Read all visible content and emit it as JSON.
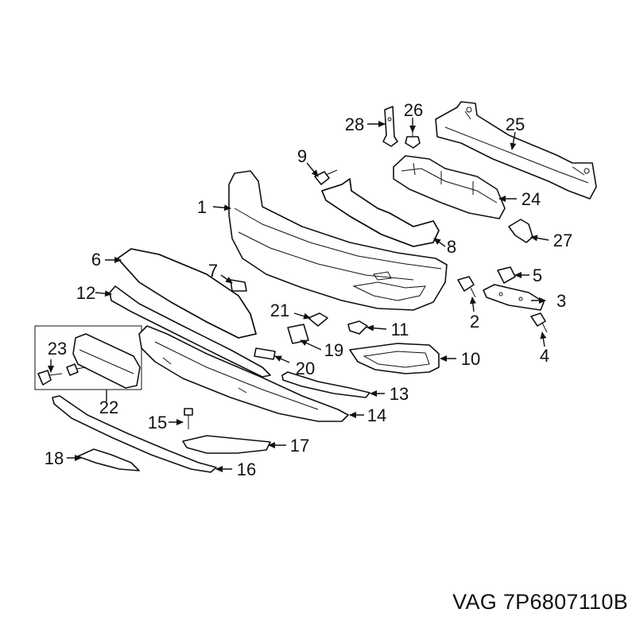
{
  "caption": "VAG 7P6807110B",
  "callouts": [
    "1",
    "2",
    "3",
    "4",
    "5",
    "6",
    "7",
    "8",
    "9",
    "10",
    "11",
    "12",
    "13",
    "14",
    "15",
    "16",
    "17",
    "18",
    "19",
    "20",
    "21",
    "22",
    "23",
    "24",
    "25",
    "26",
    "27",
    "28"
  ]
}
